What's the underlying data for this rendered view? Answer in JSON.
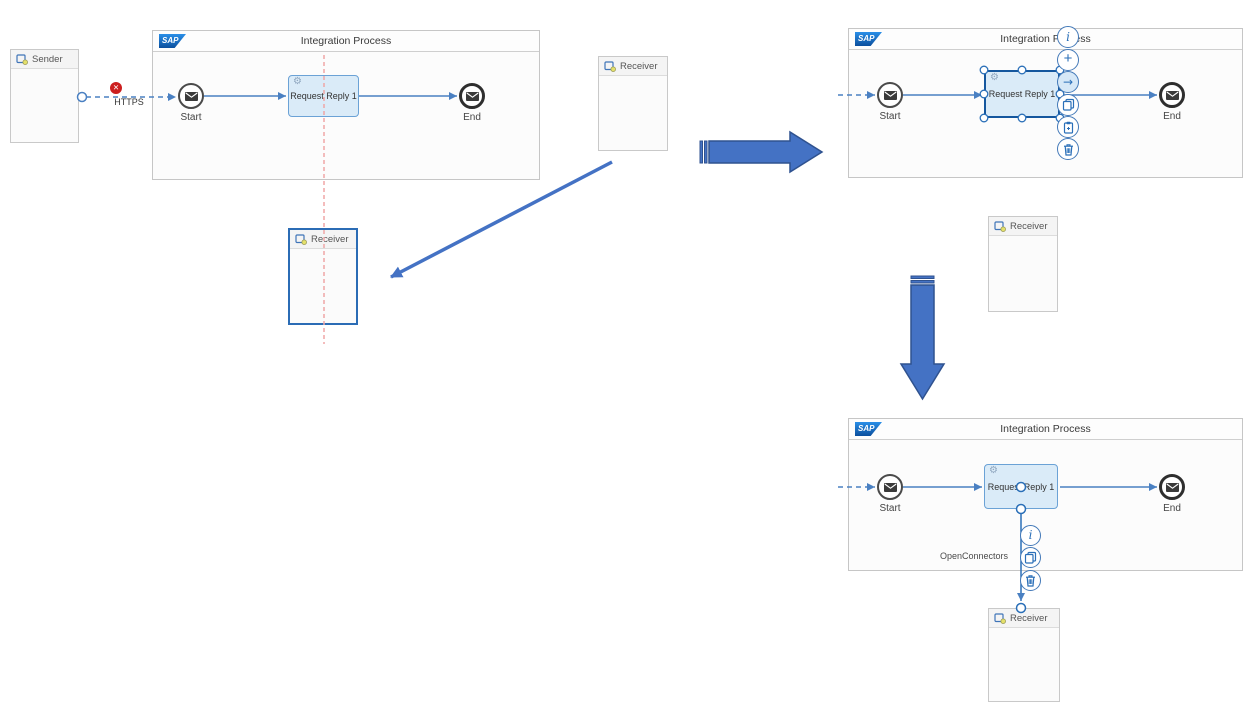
{
  "labels": {
    "integration_process": "Integration Process",
    "sap_logo": "SAP",
    "sender": "Sender",
    "receiver": "Receiver",
    "start": "Start",
    "end": "End",
    "request_reply": "Request Reply 1",
    "https": "HTTPS",
    "open_connectors": "OpenConnectors"
  },
  "icons": {
    "info_glyph": "i",
    "add_glyph": "+",
    "connect_glyph": "→",
    "gear_glyph": "⚙",
    "error_glyph": "✕"
  },
  "step_context_menu_items": [
    "info",
    "add-step",
    "connect",
    "copy",
    "paste",
    "delete"
  ],
  "connection_context_menu_items": [
    "info",
    "copy",
    "delete"
  ],
  "colors": {
    "accent_blue": "#4a80c2",
    "selection_blue": "#15579e",
    "step_fill": "#daebf8",
    "tutorial_arrow_fill": "#4472c4",
    "tutorial_arrow_border": "#2f528f",
    "error_red": "#cc1f1f",
    "guide_line_red": "#f0a6a6",
    "sap_brand_blue": "#0b4f9d"
  }
}
